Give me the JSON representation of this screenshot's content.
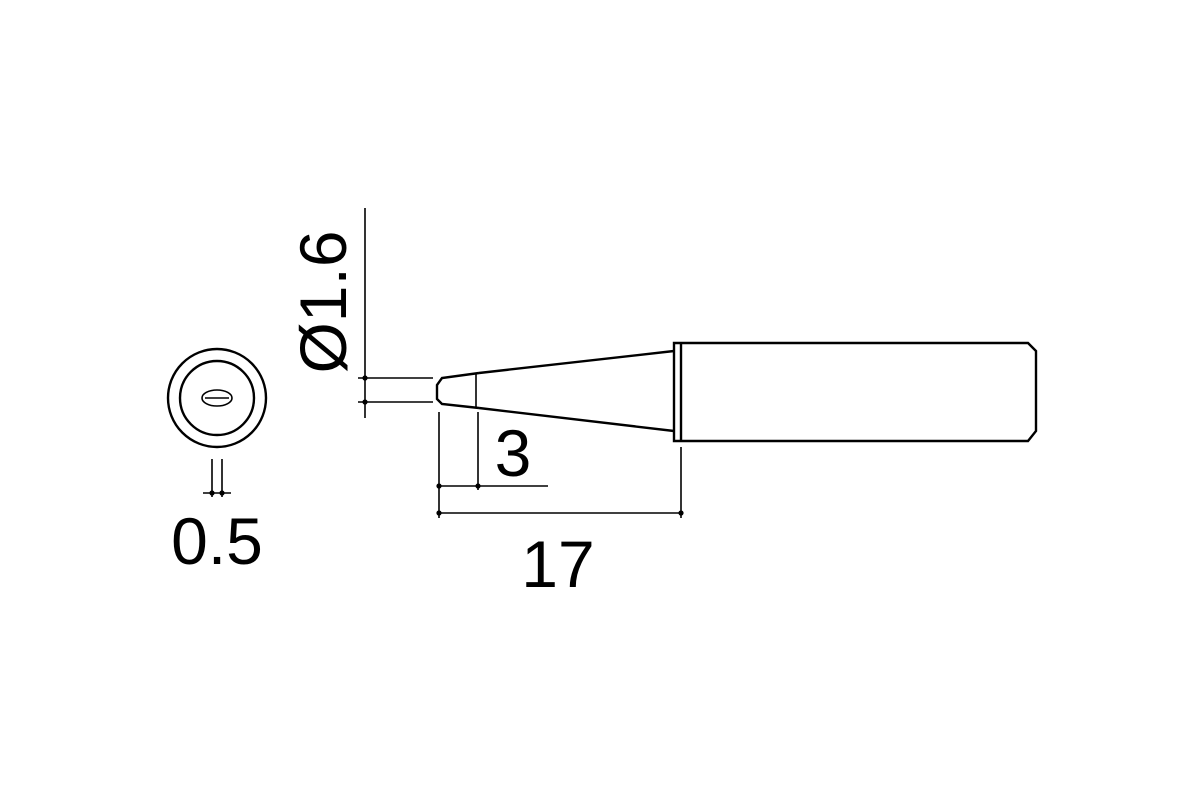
{
  "dimensions": {
    "tip_diameter": "Ø1.6",
    "tip_thickness": "0.5",
    "bevel_length": "3",
    "tip_length": "17"
  }
}
